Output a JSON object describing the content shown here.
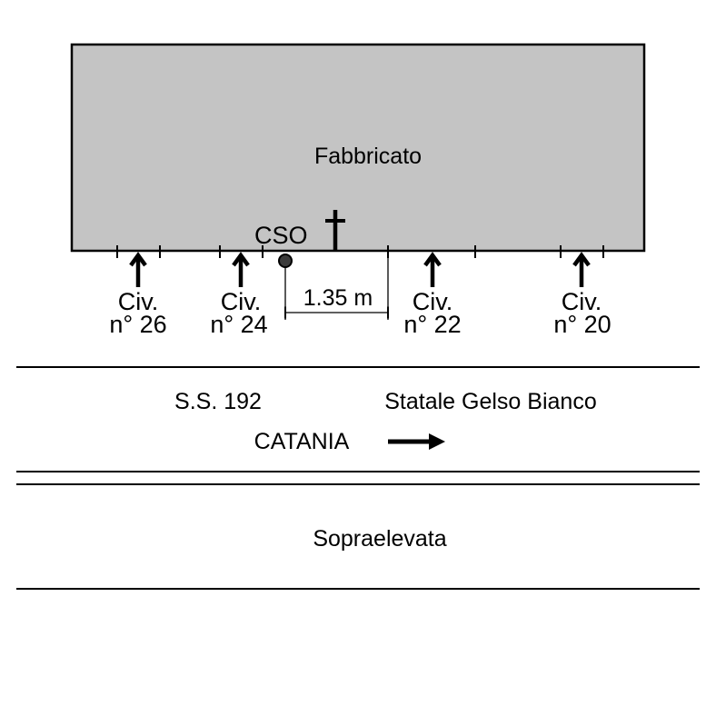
{
  "building": {
    "label": "Fabbricato",
    "fill": "#c4c4c4"
  },
  "cso": {
    "label": "CSO"
  },
  "measure": {
    "label": "1.35 m"
  },
  "civics": [
    {
      "line1": "Civ.",
      "line2": "n° 26"
    },
    {
      "line1": "Civ.",
      "line2": "n° 24"
    },
    {
      "line1": "Civ.",
      "line2": "n° 22"
    },
    {
      "line1": "Civ.",
      "line2": "n° 20"
    }
  ],
  "road": {
    "name": "S.S. 192",
    "locality": "Statale Gelso Bianco",
    "direction": "CATANIA"
  },
  "overpass": {
    "label": "Sopraelevata"
  }
}
